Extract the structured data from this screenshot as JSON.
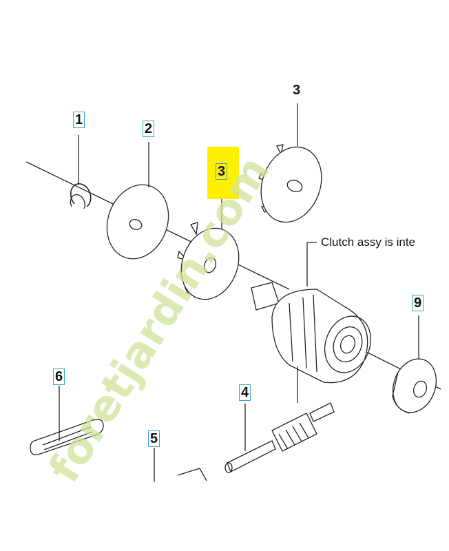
{
  "callouts": {
    "p1": "1",
    "p2": "2",
    "p3_top": "3",
    "p3_highlight": "3",
    "p4": "4",
    "p5": "5",
    "p6": "6",
    "p9": "9"
  },
  "note": "Clutch assy is inte",
  "watermark": "foretjardin.com",
  "colors": {
    "highlight": "#fff000",
    "callout_border": "#35a8c8",
    "line": "#222222",
    "watermark": "#cfe39a"
  }
}
